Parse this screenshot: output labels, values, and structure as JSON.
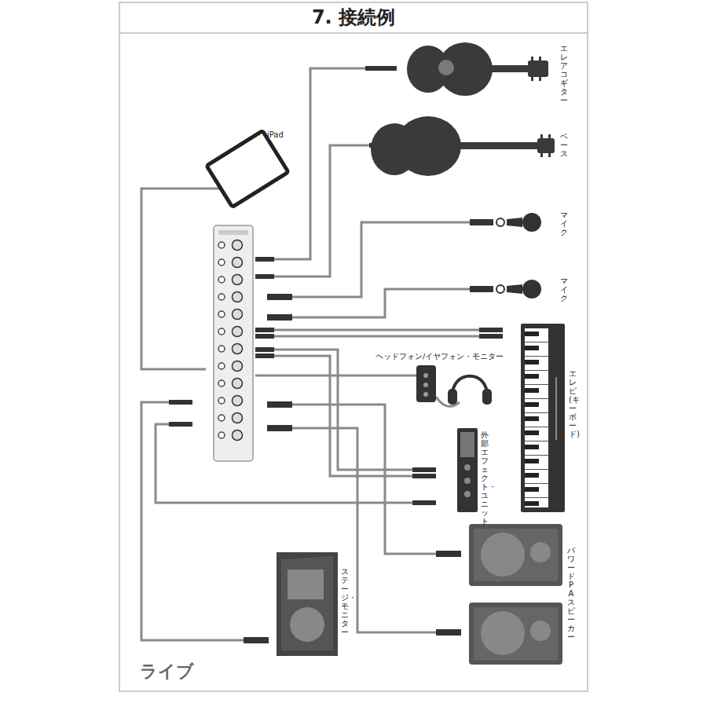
{
  "diagram": {
    "title": "7. 接続例",
    "caption": "ライブ",
    "nodes": [
      {
        "text": [
          "エレアコギター"
        ]
      },
      {
        "text": [
          "iPad"
        ]
      },
      {
        "text": [
          "ベース"
        ]
      },
      {
        "text": [
          "マイク"
        ]
      },
      {
        "text": [
          "マイク"
        ]
      },
      {
        "text": [
          "エレピ(キーボード)"
        ]
      },
      {
        "text": [
          "ヘッドフォン/イヤフォン・モニター"
        ]
      },
      {
        "text": [
          "外部エフェクト・ユニット"
        ]
      },
      {
        "text": [
          "パワードPAスピーカー"
        ]
      },
      {
        "text": [
          "ステージ・モニター"
        ]
      }
    ]
  }
}
